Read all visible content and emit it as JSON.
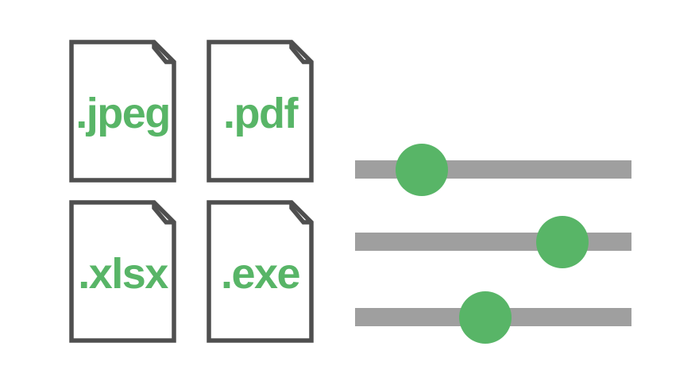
{
  "illustration": {
    "description": "file type icons with filter sliders"
  },
  "colors": {
    "green": "#58b567",
    "track_gray": "#9f9f9f",
    "document_outline": "#4f4f4f",
    "background": "#ffffff"
  },
  "files": [
    {
      "icon": "document-icon",
      "extension": ".jpeg"
    },
    {
      "icon": "document-icon",
      "extension": ".pdf"
    },
    {
      "icon": "document-icon",
      "extension": ".xlsx"
    },
    {
      "icon": "document-icon",
      "extension": ".exe"
    }
  ],
  "sliders": [
    {
      "name": "slider-1",
      "value_percent": 24
    },
    {
      "name": "slider-2",
      "value_percent": 75
    },
    {
      "name": "slider-3",
      "value_percent": 47
    }
  ]
}
